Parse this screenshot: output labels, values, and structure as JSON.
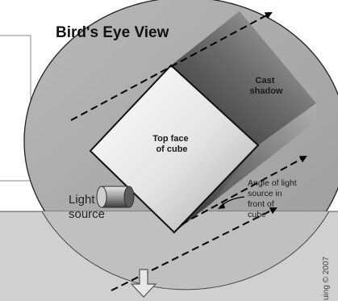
{
  "title": "Bird's Eye View",
  "labels": {
    "cast_shadow": [
      "Cast",
      "shadow"
    ],
    "top_face": [
      "Top face",
      "of cube"
    ],
    "light_source": [
      "Light",
      "source"
    ],
    "angle_of_light": [
      "Angle of light",
      "source in",
      "front of",
      "cube"
    ]
  },
  "credit": "uing © 2007",
  "colors": {
    "ellipse_fill": "#a8a8a8",
    "ground_band": "#cfcfcf",
    "shadow_dark": "#3a3a3a",
    "shadow_light": "#9a9a9a",
    "arrow_line": "#000000",
    "outline": "#1a1a1a"
  }
}
